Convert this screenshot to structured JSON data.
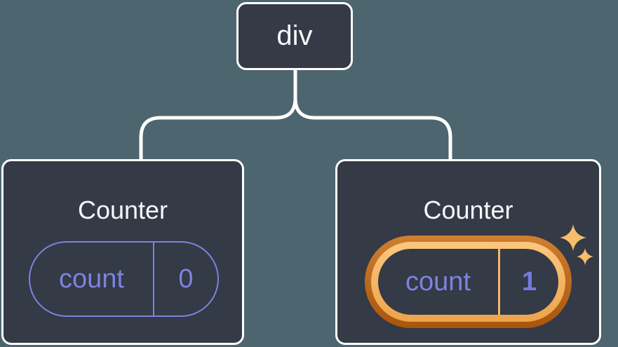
{
  "diagram": {
    "description": "Component tree: a div root element with two Counter children; the second Counter's state is highlighted",
    "root": {
      "label": "div"
    },
    "children": [
      {
        "title": "Counter",
        "highlighted": false,
        "state": {
          "label": "count",
          "value": "0"
        }
      },
      {
        "title": "Counter",
        "highlighted": true,
        "state": {
          "label": "count",
          "value": "1"
        }
      }
    ]
  },
  "icons": {
    "sparkle_large": "sparkle-icon",
    "sparkle_small": "sparkle-icon"
  },
  "colors": {
    "background": "#4d656f",
    "card_fill": "#343a46",
    "card_border": "#ffffff",
    "connector": "#ffffff",
    "title_text": "#f6f7f9",
    "state_accent_purple": "#7c83df",
    "state_value_bold_purple": "#757be2",
    "highlight_ring_outer_top": "#cf7f30",
    "highlight_ring_outer_bottom": "#a9550d",
    "highlight_ring_inner_top": "#fbc77f",
    "highlight_ring_inner_bottom": "#eda44b",
    "highlight_divider": "#f5b768",
    "sparkle": "#f8bd6d"
  }
}
